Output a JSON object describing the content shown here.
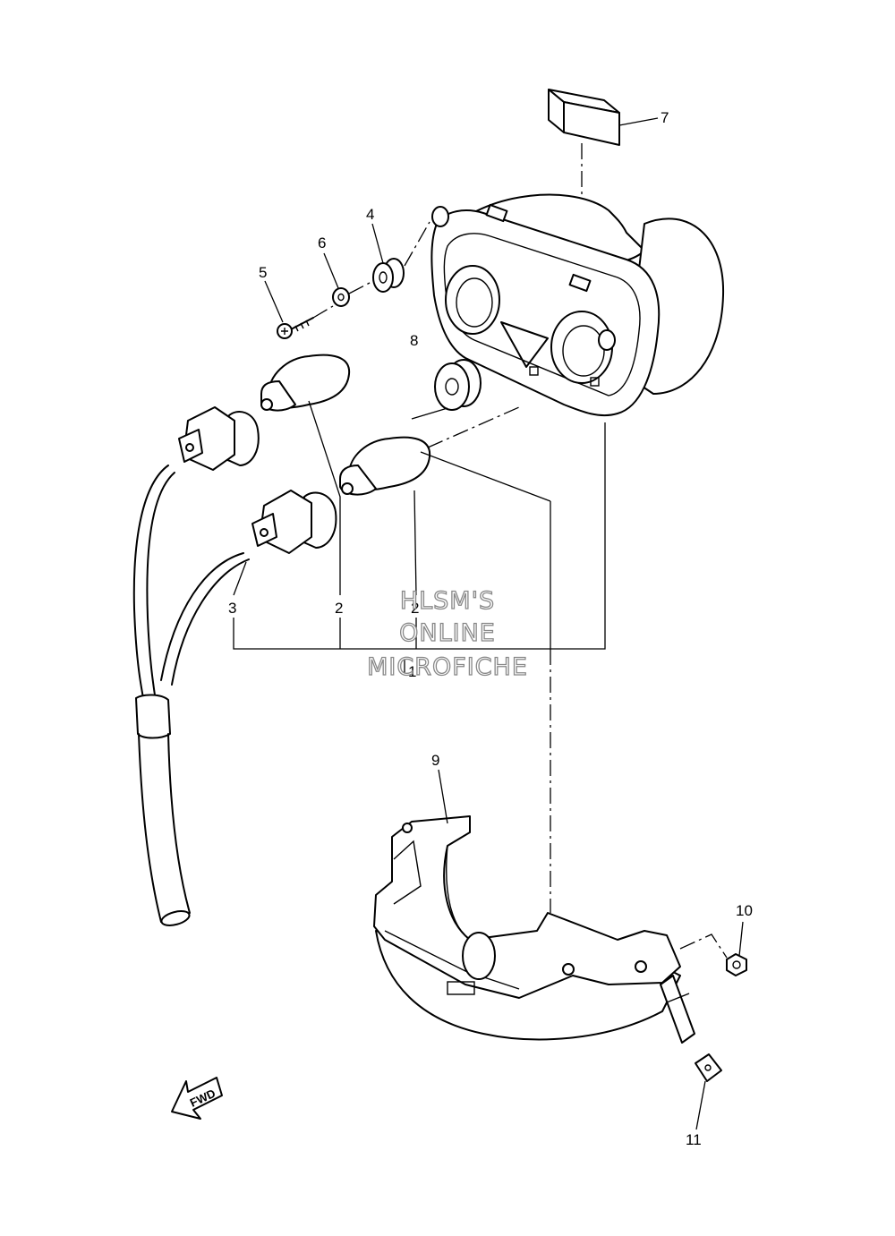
{
  "callouts": {
    "c1": "1",
    "c2a": "2",
    "c2b": "2",
    "c3": "3",
    "c4": "4",
    "c5": "5",
    "c6": "6",
    "c7": "7",
    "c8": "8",
    "c9": "9",
    "c10": "10",
    "c11": "11"
  },
  "watermark": {
    "line1": "HLSM'S",
    "line2": "ONLINE",
    "line3": "MICROFICHE"
  },
  "direction_arrow": {
    "label": "FWD",
    "icon": "fwd-arrow-icon"
  }
}
